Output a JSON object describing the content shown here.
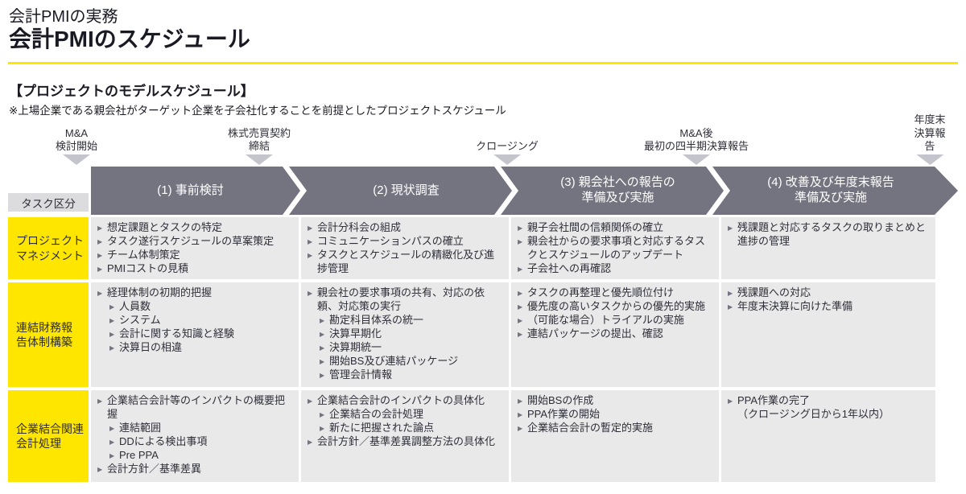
{
  "page": {
    "pretitle": "会計PMIの実務",
    "title": "会計PMIのスケジュール",
    "section_heading": "【プロジェクトのモデルスケジュール】",
    "section_note": "※上場企業である親会社がターゲット企業を子会社化することを前提としたプロジェクトスケジュール"
  },
  "colors": {
    "accent_yellow": "#ffe600",
    "band_gray": "#747480",
    "cell_gray": "#e9e9ea",
    "label_box_gray": "#dcdcde",
    "milestone_triangle": "#c4c4cd",
    "text_dark": "#2e2e38"
  },
  "timeline": {
    "milestones": [
      {
        "label": "M&A\n検討開始"
      },
      {
        "label": "株式売買契約\n締結"
      },
      {
        "label": "クロージング"
      },
      {
        "label": "M&A後\n最初の四半期決算報告"
      },
      {
        "label": "年度末\n決算報告"
      }
    ],
    "phases": [
      {
        "label": "(1) 事前検討"
      },
      {
        "label": "(2) 現状調査"
      },
      {
        "label": "(3) 親会社への報告の\n準備及び実施"
      },
      {
        "label": "(4) 改善及び年度末報告\n準備及び実施"
      }
    ]
  },
  "schedule": {
    "corner_label": "タスク区分",
    "rows": [
      {
        "category": "プロジェクト\nマネジメント",
        "cells": [
          {
            "items": [
              {
                "level": 1,
                "text": "想定課題とタスクの特定"
              },
              {
                "level": 1,
                "text": "タスク遂行スケジュールの草案策定"
              },
              {
                "level": 1,
                "text": "チーム体制策定"
              },
              {
                "level": 1,
                "text": "PMIコストの見積"
              }
            ]
          },
          {
            "items": [
              {
                "level": 1,
                "text": "会計分科会の組成"
              },
              {
                "level": 1,
                "text": "コミュニケーションパスの確立"
              },
              {
                "level": 1,
                "text": "タスクとスケジュールの精緻化及び進捗管理"
              }
            ]
          },
          {
            "items": [
              {
                "level": 1,
                "text": "親子会社間の信頼関係の確立"
              },
              {
                "level": 1,
                "text": "親会社からの要求事項と対応するタスクとスケジュールのアップデート"
              },
              {
                "level": 1,
                "text": "子会社への再確認"
              }
            ]
          },
          {
            "items": [
              {
                "level": 1,
                "text": "残課題と対応するタスクの取りまとめと進捗の管理"
              }
            ]
          }
        ]
      },
      {
        "category": "連結財務報\n告体制構築",
        "cells": [
          {
            "items": [
              {
                "level": 1,
                "text": "経理体制の初期的把握"
              },
              {
                "level": 2,
                "text": "人員数"
              },
              {
                "level": 2,
                "text": "システム"
              },
              {
                "level": 2,
                "text": "会計に関する知識と経験"
              },
              {
                "level": 2,
                "text": "決算日の相違"
              }
            ]
          },
          {
            "items": [
              {
                "level": 1,
                "text": "親会社の要求事項の共有、対応の依頼、対応策の実行"
              },
              {
                "level": 2,
                "text": "勘定科目体系の統一"
              },
              {
                "level": 2,
                "text": "決算早期化"
              },
              {
                "level": 2,
                "text": "決算期統一"
              },
              {
                "level": 2,
                "text": "開始BS及び連結パッケージ"
              },
              {
                "level": 2,
                "text": "管理会計情報"
              }
            ]
          },
          {
            "items": [
              {
                "level": 1,
                "text": "タスクの再整理と優先順位付け"
              },
              {
                "level": 1,
                "text": "優先度の高いタスクからの優先的実施"
              },
              {
                "level": 1,
                "text": "（可能な場合）トライアルの実施"
              },
              {
                "level": 1,
                "text": "連結パッケージの提出、確認"
              }
            ]
          },
          {
            "items": [
              {
                "level": 1,
                "text": "残課題への対応"
              },
              {
                "level": 1,
                "text": "年度末決算に向けた準備"
              }
            ]
          }
        ]
      },
      {
        "category": "企業結合関連\n会計処理",
        "cells": [
          {
            "items": [
              {
                "level": 1,
                "text": "企業結合会計等のインパクトの概要把握"
              },
              {
                "level": 2,
                "text": "連結範囲"
              },
              {
                "level": 2,
                "text": "DDによる検出事項"
              },
              {
                "level": 2,
                "text": "Pre PPA"
              },
              {
                "level": 1,
                "text": "会計方針／基準差異"
              }
            ]
          },
          {
            "items": [
              {
                "level": 1,
                "text": "企業結合会計のインパクトの具体化"
              },
              {
                "level": 2,
                "text": "企業結合の会計処理"
              },
              {
                "level": 2,
                "text": "新たに把握された論点"
              },
              {
                "level": 1,
                "text": "会計方針／基準差異調整方法の具体化"
              }
            ]
          },
          {
            "items": [
              {
                "level": 1,
                "text": "開始BSの作成"
              },
              {
                "level": 1,
                "text": "PPA作業の開始"
              },
              {
                "level": 1,
                "text": "企業結合会計の暫定的実施"
              }
            ]
          },
          {
            "items": [
              {
                "level": 1,
                "text": "PPA作業の完了\n（クロージング日から1年以内）"
              }
            ]
          }
        ]
      }
    ]
  }
}
